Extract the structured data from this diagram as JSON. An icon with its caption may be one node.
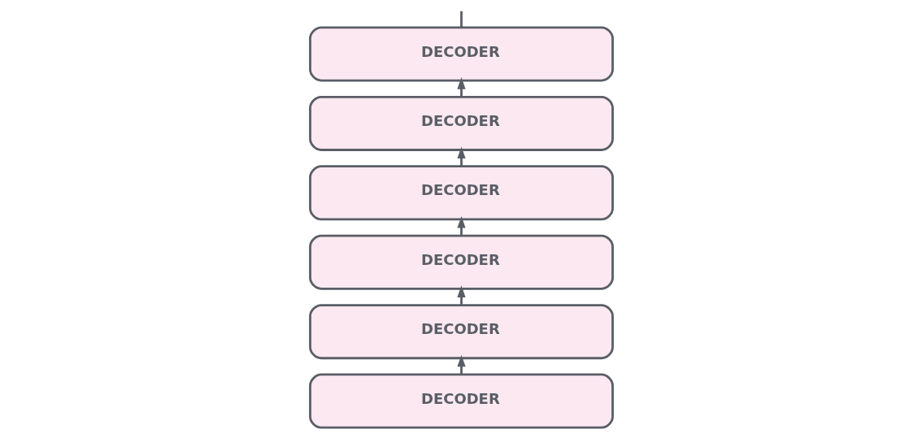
{
  "diagram": {
    "nodes": [
      {
        "text": [
          "DECODER"
        ]
      },
      {
        "text": [
          "DECODER"
        ]
      },
      {
        "text": [
          "DECODER"
        ]
      },
      {
        "text": [
          "DECODER"
        ]
      },
      {
        "text": [
          "DECODER"
        ]
      },
      {
        "text": [
          "DECODER"
        ]
      }
    ],
    "edges": [
      {
        "from": 5,
        "to": 4,
        "arrow": "to"
      },
      {
        "from": 4,
        "to": 3,
        "arrow": "to"
      },
      {
        "from": 3,
        "to": 2,
        "arrow": "to"
      },
      {
        "from": 2,
        "to": 1,
        "arrow": "to"
      },
      {
        "from": 1,
        "to": 0,
        "arrow": "to"
      },
      {
        "from": 0,
        "to": null,
        "arrow": "none"
      }
    ]
  }
}
